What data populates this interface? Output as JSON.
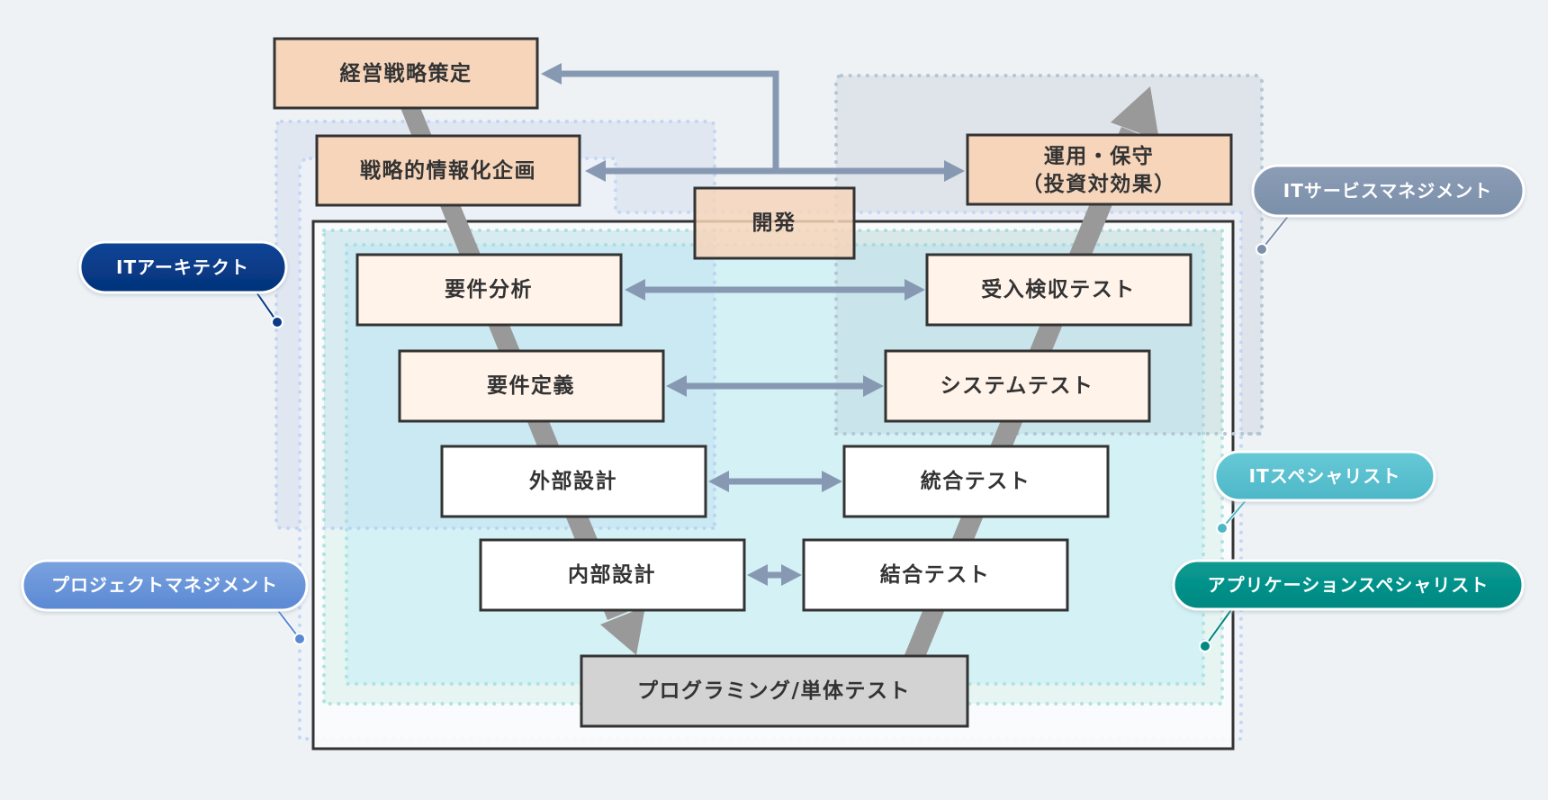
{
  "title": "ITスキル標準 職種と工程",
  "colors": {
    "background": "#eef2f5",
    "strategy_box": "#f6d5bb",
    "upstream_box": "#fff3ea",
    "design_box": "#ffffff",
    "programming_box": "#d3d3d3",
    "connector": "#8799b2",
    "flow_arrow": "#999999"
  },
  "process_boxes": {
    "management_strategy": "経営戦略策定",
    "strategic_informatization": "戦略的情報化企画",
    "development": "開発",
    "operation_line1": "運用・保守",
    "operation_line2": "（投資対効果）",
    "requirements_analysis": "要件分析",
    "requirements_definition": "要件定義",
    "external_design": "外部設計",
    "internal_design": "内部設計",
    "programming_unit_test": "プログラミング/単体テスト",
    "acceptance_test": "受入検収テスト",
    "system_test": "システムテスト",
    "integration_test": "統合テスト",
    "combination_test": "結合テスト"
  },
  "roles": [
    {
      "label": "ITアーキテクト",
      "color": "#0a3b8a"
    },
    {
      "label": "プロジェクトマネジメント",
      "color": "#6a95da"
    },
    {
      "label": "ITサービスマネジメント",
      "color": "#8396b0"
    },
    {
      "label": "ITスペシャリスト",
      "color": "#5ac0cf"
    },
    {
      "label": "アプリケーションスペシャリスト",
      "color": "#04918a"
    }
  ]
}
